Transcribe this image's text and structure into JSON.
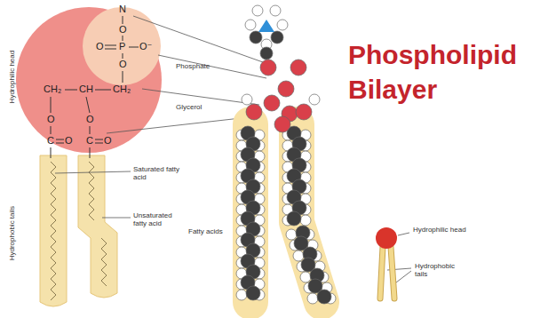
{
  "diagram": {
    "title": "Phospholipid Bilayer",
    "labels": [
      "Hydrophilic head",
      "Hydrophobic tails",
      "N",
      "O",
      "O",
      "P",
      "O⁻",
      "O",
      "CH₂",
      "CH",
      "CH₂",
      "O",
      "O",
      "C",
      "O",
      "C",
      "O",
      "Saturated fatty acid",
      "Unsaturated fatty acid",
      "Phosphate",
      "Glycerol",
      "Fatty acids",
      "Hydrophilic head",
      "Hydrophobic tails"
    ]
  }
}
